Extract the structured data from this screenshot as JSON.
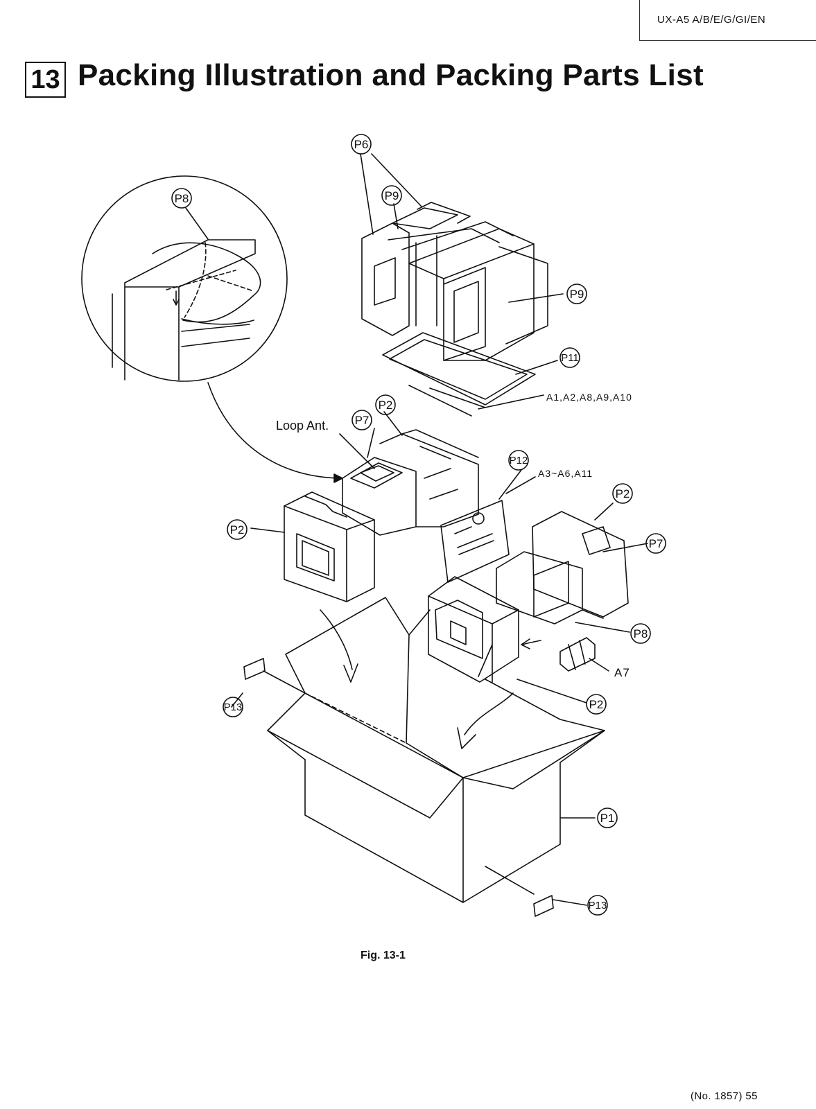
{
  "header": {
    "model": "UX-A5 A/B/E/G/GI/EN"
  },
  "section": {
    "number": "13",
    "title": "Packing Illustration and Packing Parts List"
  },
  "labels": {
    "p1": "P1",
    "p2": "P2",
    "p6": "P6",
    "p7": "P7",
    "p8": "P8",
    "p9": "P9",
    "p11": "P11",
    "p12": "P12",
    "p13": "P13",
    "a_group1": "A1,A2,A8,A9,A10",
    "a_group2": "A3~A6,A11",
    "a7": "A7",
    "loop_ant": "Loop Ant."
  },
  "figure": {
    "caption": "Fig. 13-1"
  },
  "footer": {
    "page": "(No. 1857) 55"
  }
}
